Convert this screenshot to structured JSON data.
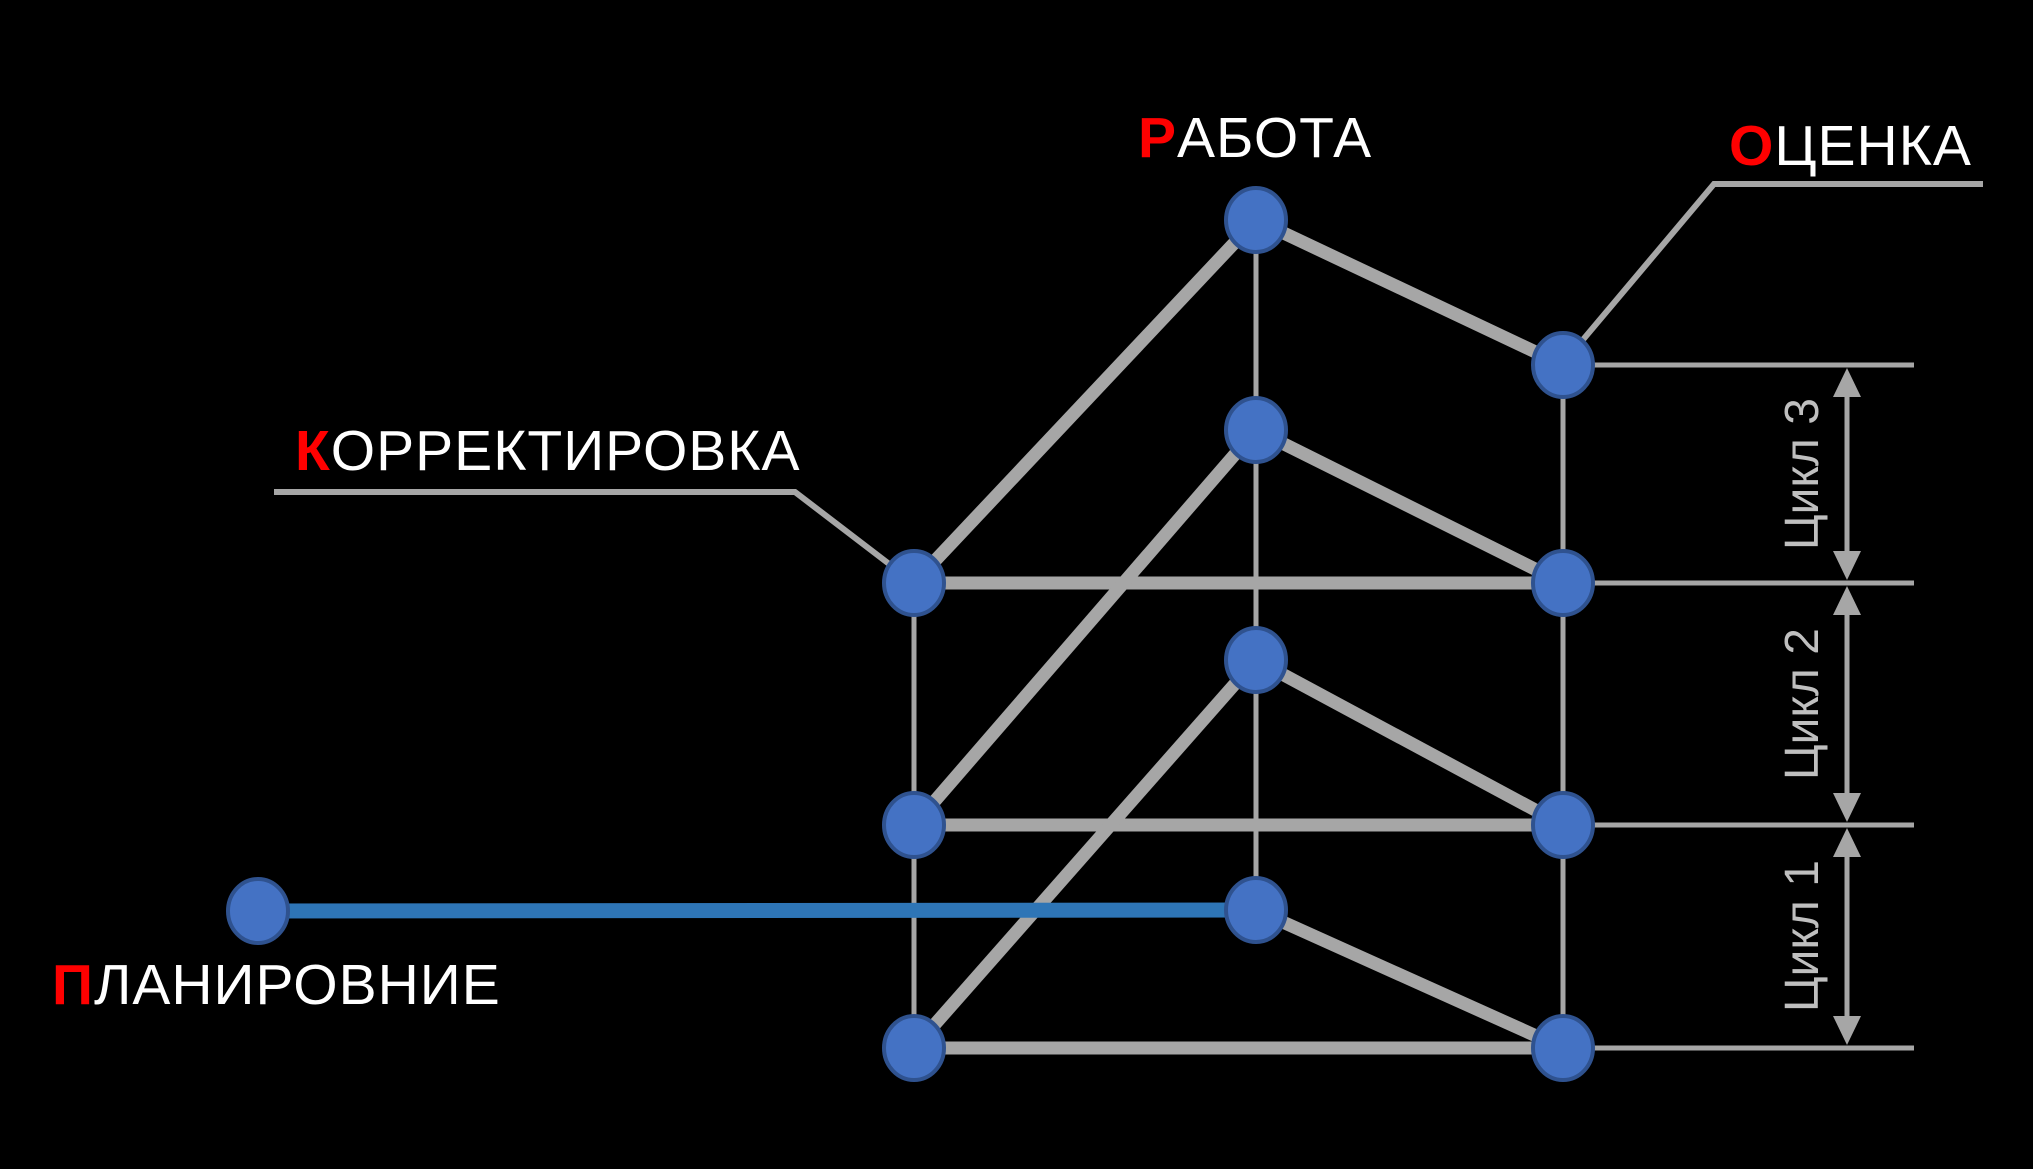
{
  "colors": {
    "background": "#000000",
    "node_fill": "#4472C4",
    "node_stroke": "#2F528F",
    "edge_gray": "#A6A6A6",
    "edge_blue": "#2E75B6",
    "accent_red": "#FF0000",
    "text_white": "#FFFFFF",
    "text_gray": "#BFBFBF"
  },
  "labels": {
    "work": {
      "first": "Р",
      "rest": "АБОТА"
    },
    "evaluation": {
      "first": "О",
      "rest": "ЦЕНКА"
    },
    "correction": {
      "first": "К",
      "rest": "ОРРЕКТИРОВКА"
    },
    "planning": {
      "first": "П",
      "rest": "ЛАНИРОВНИЕ"
    }
  },
  "cycles": [
    {
      "label": "Цикл 1"
    },
    {
      "label": "Цикл 2"
    },
    {
      "label": "Цикл 3"
    }
  ]
}
